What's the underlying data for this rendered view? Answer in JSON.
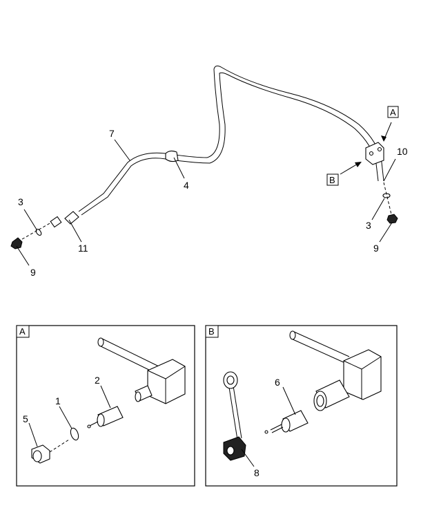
{
  "main_view": {
    "callouts": {
      "c7": "7",
      "c4": "4",
      "c3_left": "3",
      "c11": "11",
      "c9_left": "9",
      "c10": "10",
      "c3_right": "3",
      "c9_right": "9"
    },
    "view_refs": {
      "a": "A",
      "b": "B"
    }
  },
  "detail_a": {
    "tag": "A",
    "callouts": {
      "c1": "1",
      "c2": "2",
      "c5": "5"
    }
  },
  "detail_b": {
    "tag": "B",
    "callouts": {
      "c6": "6",
      "c8": "8"
    }
  }
}
